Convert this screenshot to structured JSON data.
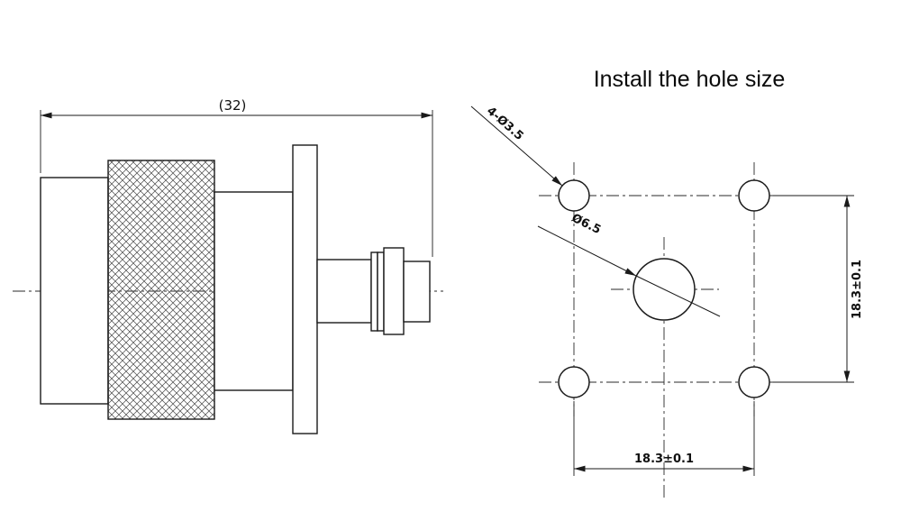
{
  "title": "Install the hole size",
  "side_view": {
    "width_dim": "(32)"
  },
  "hole_pattern": {
    "corner_holes_label": "4-Ø3.5",
    "center_hole_label": "Ø6.5",
    "vertical_dim": "18.3±0.1",
    "horizontal_dim": "18.3±0.1"
  },
  "colors": {
    "line": "#1a1a1a",
    "background": "#ffffff"
  }
}
